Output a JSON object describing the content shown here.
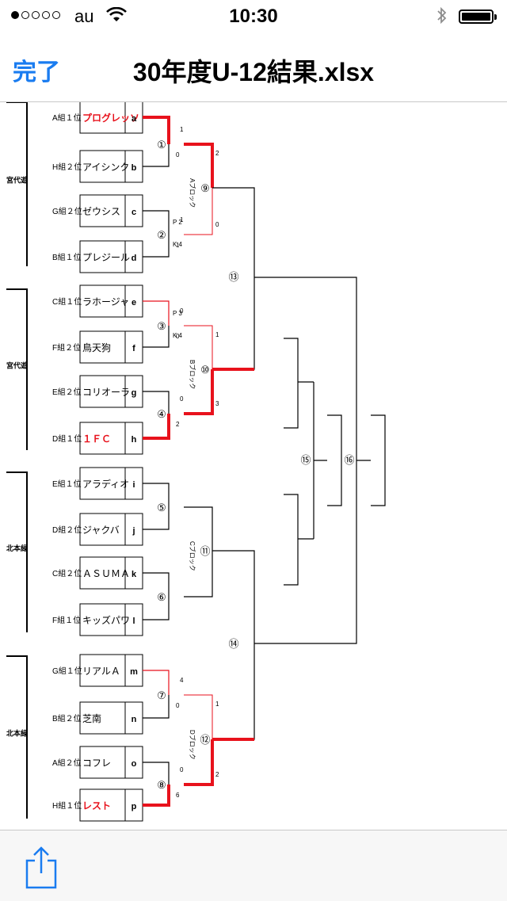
{
  "status_bar": {
    "carrier": "au",
    "time": "10:30",
    "signal_dots_filled": 1,
    "signal_dots_total": 5,
    "battery_level": 1.0
  },
  "nav": {
    "done_label": "完了",
    "title": "30年度U-12結果.xlsx",
    "accent_color": "#1a7cf0"
  },
  "bracket": {
    "winner_color": "#e8121c",
    "groups": [
      "宮代遊",
      "宮代遊",
      "北本緑",
      "北本緑"
    ],
    "teams": [
      {
        "rank": "A組１位",
        "name": "プログレッソ",
        "code": "a",
        "winner": true
      },
      {
        "rank": "H組２位",
        "name": "アイシンク",
        "code": "b",
        "winner": false
      },
      {
        "rank": "G組２位",
        "name": "ゼウシス",
        "code": "c",
        "winner": false
      },
      {
        "rank": "B組１位",
        "name": "プレジール",
        "code": "d",
        "winner": false
      },
      {
        "rank": "C組１位",
        "name": "ラホージャ",
        "code": "e",
        "winner": false
      },
      {
        "rank": "F組２位",
        "name": "鳥天狗",
        "code": "f",
        "winner": false
      },
      {
        "rank": "E組２位",
        "name": "コリオーラ",
        "code": "g",
        "winner": false
      },
      {
        "rank": "D組１位",
        "name": "１ＦＣ",
        "code": "h",
        "winner": true
      },
      {
        "rank": "E組１位",
        "name": "アラディオ",
        "code": "i",
        "winner": false
      },
      {
        "rank": "D組２位",
        "name": "ジャクバ",
        "code": "j",
        "winner": false
      },
      {
        "rank": "C組２位",
        "name": "ＡＳＵＭＡ",
        "code": "k",
        "winner": false
      },
      {
        "rank": "F組１位",
        "name": "キッズパワ",
        "code": "l",
        "winner": false
      },
      {
        "rank": "G組１位",
        "name": "リアルＡ",
        "code": "m",
        "winner": false
      },
      {
        "rank": "B組２位",
        "name": "芝南",
        "code": "n",
        "winner": false
      },
      {
        "rank": "A組２位",
        "name": "コフレ",
        "code": "o",
        "winner": false
      },
      {
        "rank": "H組１位",
        "name": "レスト",
        "code": "p",
        "winner": true
      }
    ],
    "round1": [
      {
        "num": "①",
        "top_score": "1",
        "bottom_score": "0"
      },
      {
        "num": "②",
        "top_score": "1",
        "bottom_score": "1",
        "pk": "P 2 / K 4"
      },
      {
        "num": "③",
        "top_score": "0",
        "bottom_score": "0",
        "pk": "P 3 / K 4"
      },
      {
        "num": "④",
        "top_score": "0",
        "bottom_score": "2"
      },
      {
        "num": "⑤",
        "top_score": "",
        "bottom_score": ""
      },
      {
        "num": "⑥",
        "top_score": "",
        "bottom_score": ""
      },
      {
        "num": "⑦",
        "top_score": "4",
        "bottom_score": "0"
      },
      {
        "num": "⑧",
        "top_score": "0",
        "bottom_score": "6"
      }
    ],
    "round2": [
      {
        "num": "⑨",
        "block": "Aブロック",
        "top_score": "2",
        "bottom_score": "0"
      },
      {
        "num": "⑩",
        "block": "Bブロック",
        "top_score": "1",
        "bottom_score": "3"
      },
      {
        "num": "⑪",
        "block": "Cブロック",
        "top_score": "",
        "bottom_score": ""
      },
      {
        "num": "⑫",
        "block": "Dブロック",
        "top_score": "1",
        "bottom_score": "2"
      }
    ],
    "semis": [
      "⑬",
      "⑭"
    ],
    "finals": [
      "⑮",
      "⑯"
    ]
  },
  "toolbar": {
    "share_icon": "share-icon"
  }
}
